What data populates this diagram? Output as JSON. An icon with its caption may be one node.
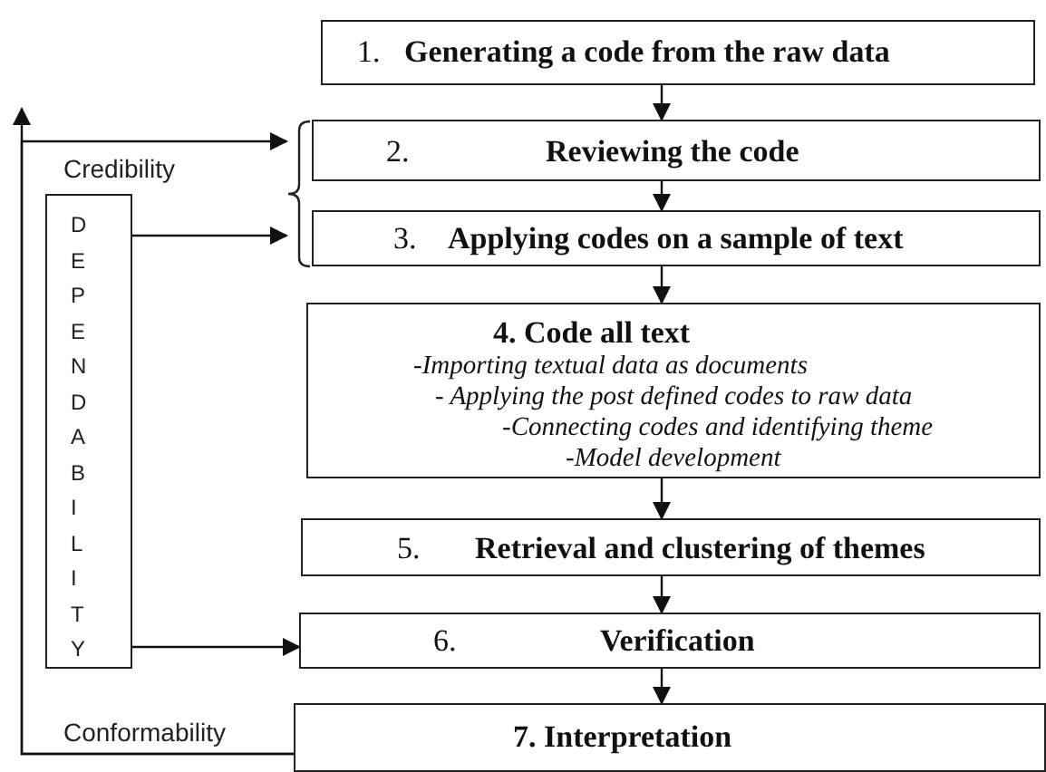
{
  "diagram": {
    "nodes": [
      {
        "text": [
          "1.",
          "Generating a code from the raw data"
        ]
      },
      {
        "text": [
          "2.",
          "Reviewing the code"
        ]
      },
      {
        "text": [
          "3.",
          "Applying codes on a sample of text"
        ]
      },
      {
        "text": [
          "4. Code all text",
          "-Importing textual data as documents",
          "- Applying the post defined codes to raw data",
          "-Connecting codes and identifying theme",
          "-Model development"
        ]
      },
      {
        "text": [
          "5.",
          "Retrieval and clustering of themes"
        ]
      },
      {
        "text": [
          "6.",
          "Verification"
        ]
      },
      {
        "text": [
          "7. Interpretation"
        ]
      },
      {
        "text": [],
        "shape": "brace"
      },
      {
        "text": [
          "DEPENDABILITY"
        ]
      }
    ],
    "edges": [
      {
        "from": 0,
        "to": 1,
        "arrow": "to"
      },
      {
        "from": 1,
        "to": 2,
        "arrow": "to"
      },
      {
        "from": 2,
        "to": 3,
        "arrow": "to"
      },
      {
        "from": 3,
        "to": 4,
        "arrow": "to"
      },
      {
        "from": 4,
        "to": 5,
        "arrow": "to"
      },
      {
        "from": 5,
        "to": 6,
        "arrow": "to"
      },
      {
        "from": 8,
        "to": 7,
        "arrow": "to"
      },
      {
        "from": 8,
        "to": 5,
        "arrow": "to"
      },
      {
        "from": 6,
        "to": 7,
        "arrow": "to",
        "label": "Credibility"
      },
      {
        "from": 6,
        "to": null,
        "arrow": "to",
        "label": "Conformability"
      }
    ]
  }
}
